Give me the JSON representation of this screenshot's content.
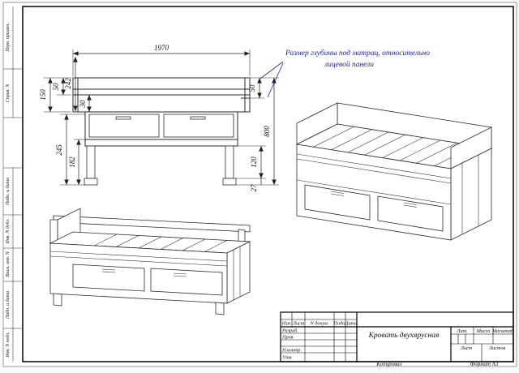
{
  "colors": {
    "line": "#2a2a2a",
    "annotation": "#23238f"
  },
  "side_column": {
    "labels": [
      "Перв. примен.",
      "Справ. N",
      "Подп. и дата",
      "Инв. N дубл.",
      "Взам. инв. N",
      "Подп. и дата",
      "Инв. N подл."
    ]
  },
  "annotation": {
    "line1": "Размер глубины под матрац, относительно",
    "line2": "лицевой панели"
  },
  "front_view": {
    "dims": {
      "width": "1970",
      "h242": "242",
      "h150": "150",
      "h50_left": "50",
      "h30": "30",
      "h50_right": "50",
      "h800": "800",
      "h120": "120",
      "h27": "27",
      "h245": "245",
      "h182": "182"
    }
  },
  "title_block": {
    "doc_title": "Кровать двухярусная",
    "headers": {
      "izm": "Изм",
      "list": "Лист",
      "dokum": "N докум.",
      "podp": "Подп.",
      "data": "Дата"
    },
    "rows": {
      "razrab": "Разраб.",
      "prov": "Пров.",
      "nkontr": "Н.контр.",
      "utv": "Утв."
    },
    "right": {
      "lit": "Лит.",
      "massa": "Масса",
      "masshtab": "Масштаб",
      "list": "Лист",
      "listov": "Листов"
    }
  },
  "footer": {
    "copied": "Копировал",
    "format": "Формат A3"
  }
}
